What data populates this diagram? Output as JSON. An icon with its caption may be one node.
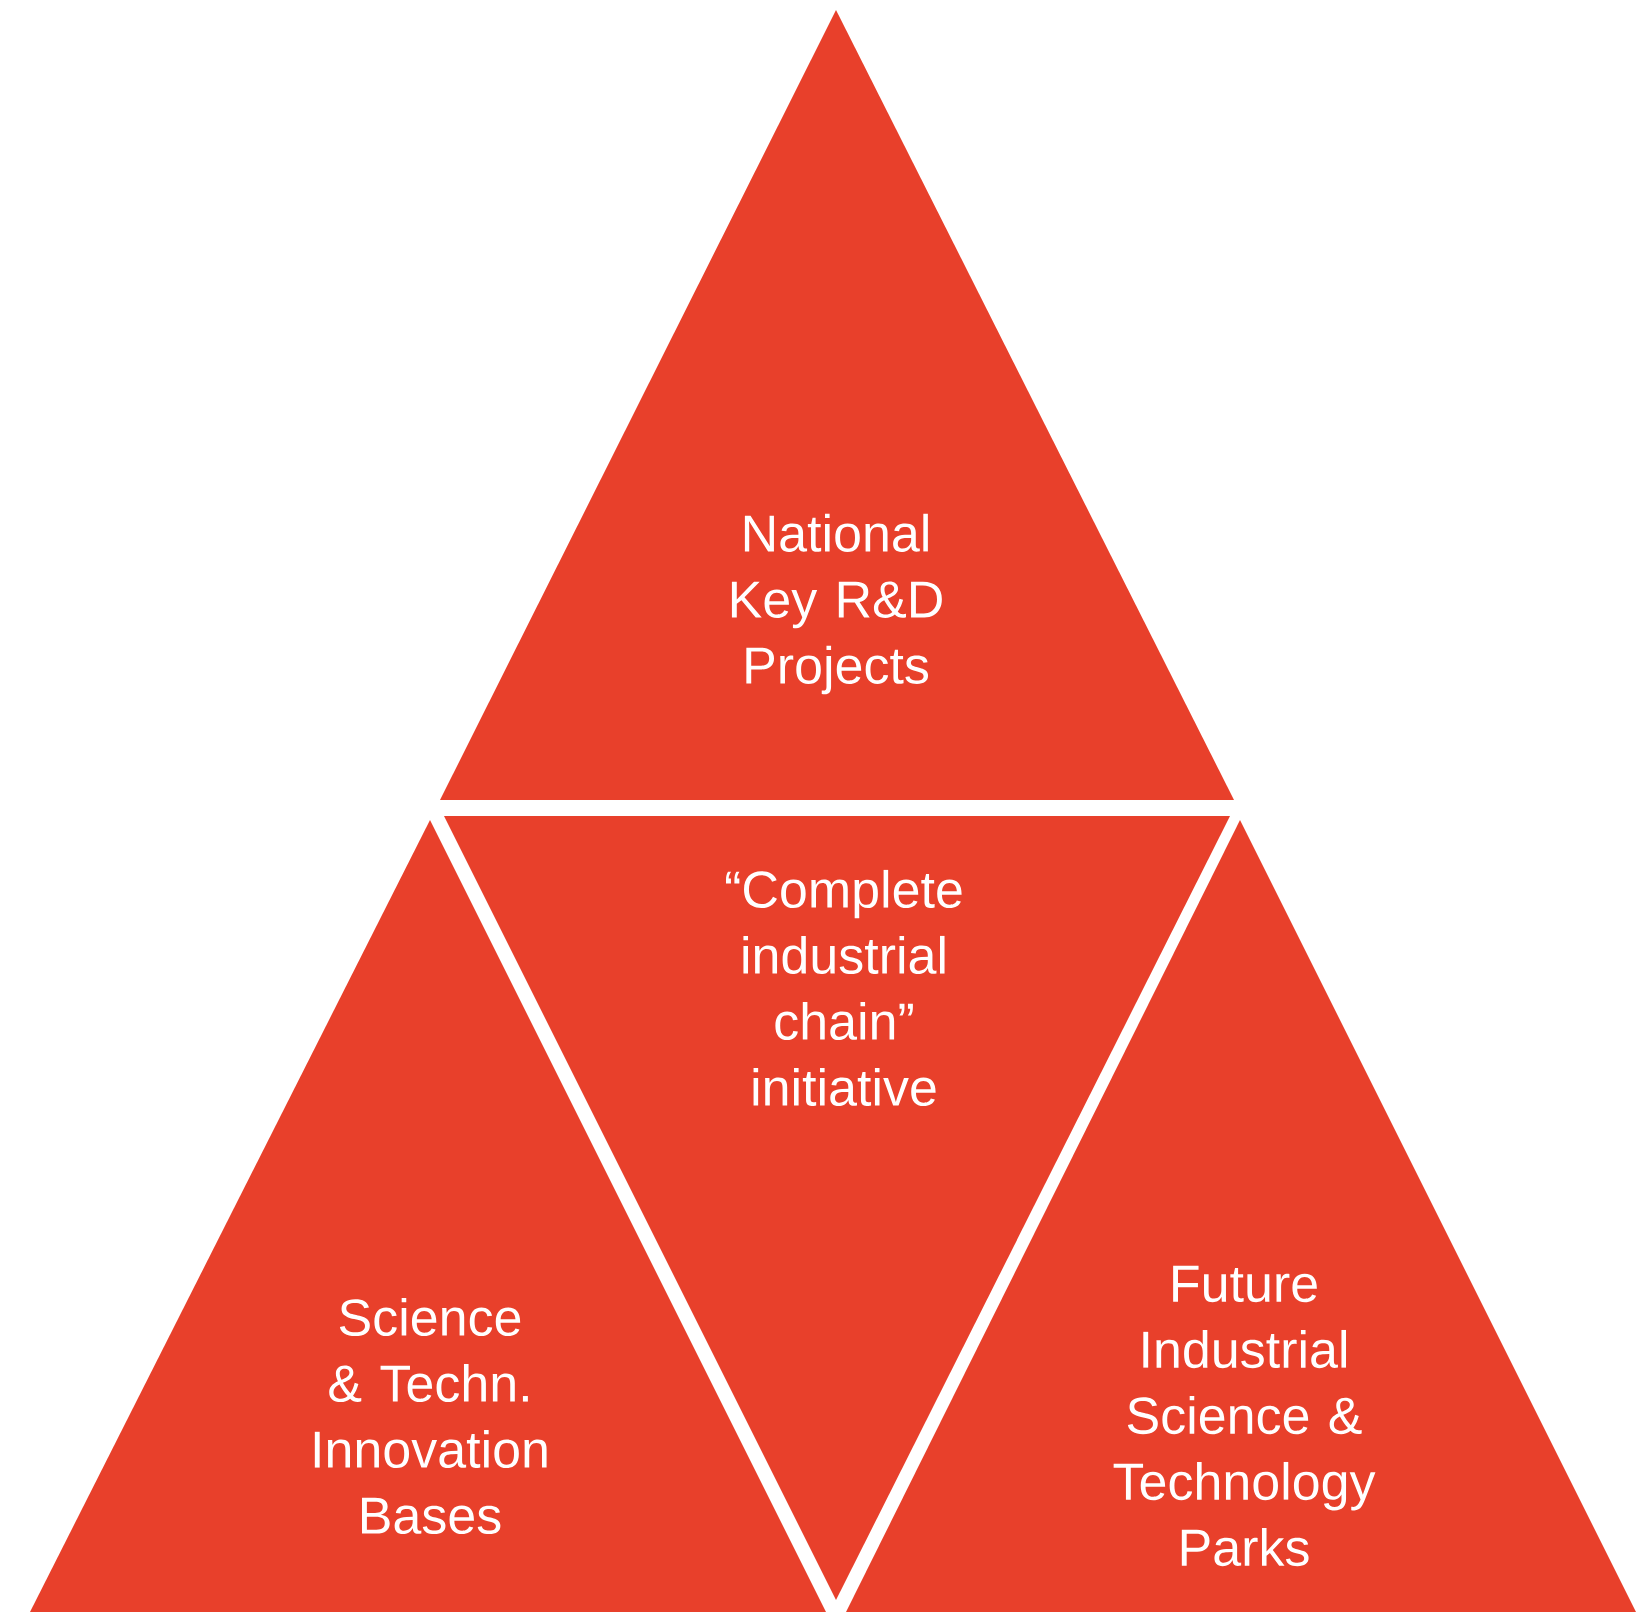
{
  "diagram": {
    "nodes": [
      {
        "text": [
          "National Key R&D Projects"
        ]
      },
      {
        "text": [
          "“Complete industrial chain” initiative"
        ]
      },
      {
        "text": [
          "Science & Techn. Innovation Bases"
        ]
      },
      {
        "text": [
          "Future Industrial Science & Technology Parks"
        ]
      }
    ]
  }
}
